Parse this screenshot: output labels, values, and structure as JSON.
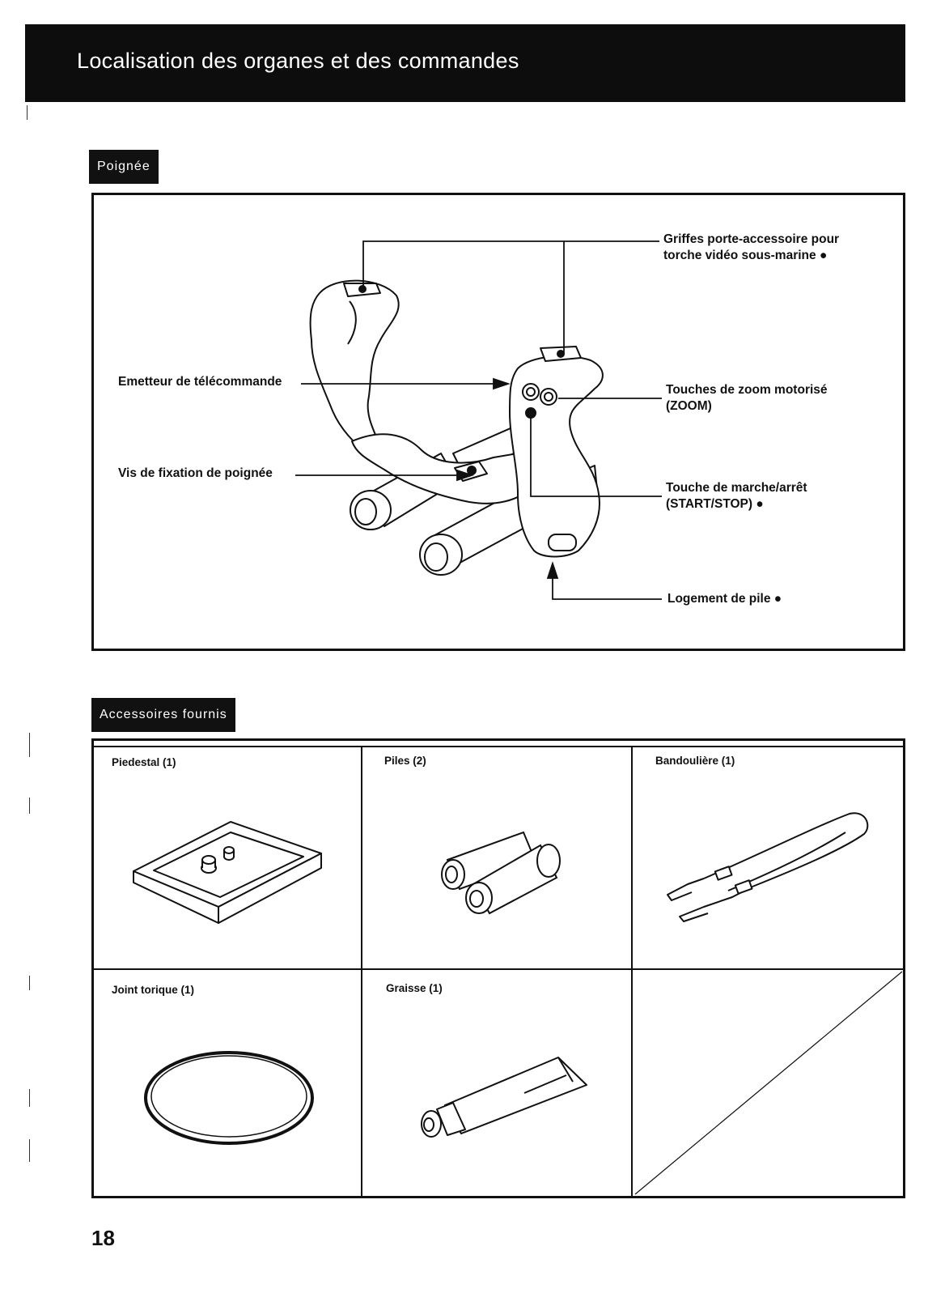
{
  "header": {
    "title": "Localisation des organes et des commandes"
  },
  "handle_section": {
    "tag": "Poignée",
    "callouts": {
      "shoes_1": "Griffes porte-accessoire pour",
      "shoes_2": "torche vidéo sous-marine ●",
      "remote": "Emetteur de télécommande",
      "zoom_1": "Touches de zoom motorisé",
      "zoom_2": "(ZOOM)",
      "screw": "Vis de fixation de poignée",
      "startstop_1": "Touche de marche/arrêt",
      "startstop_2": "(START/STOP) ●",
      "battery": "Logement de pile ●"
    }
  },
  "accessories_section": {
    "tag": "Accessoires fournis",
    "items": [
      {
        "label": "Piedestal (1)",
        "icon": "pedestal-plate-icon"
      },
      {
        "label": "Piles (2)",
        "icon": "batteries-icon"
      },
      {
        "label": "Bandoulière (1)",
        "icon": "shoulder-strap-icon"
      },
      {
        "label": "Joint torique (1)",
        "icon": "o-ring-icon"
      },
      {
        "label": "Graisse (1)",
        "icon": "grease-tube-icon"
      }
    ]
  },
  "footer": {
    "page_number": "18"
  }
}
